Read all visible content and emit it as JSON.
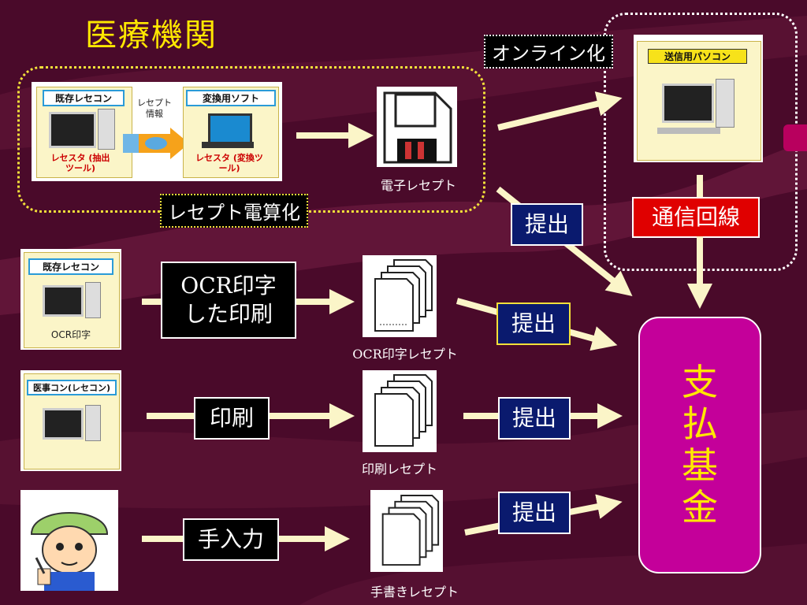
{
  "title": "医療機関",
  "labels": {
    "online": "オンライン化",
    "receipt_calc": "レセプト電算化",
    "comm_line": "通信回線",
    "electronic_receipt": "電子レセプト",
    "ocr_receipt": "OCR印字レセプト",
    "print_receipt": "印刷レセプト",
    "handwritten_receipt": "手書きレセプト",
    "ocr_print_line1": "OCR印字",
    "ocr_print_line2": "した印刷",
    "print": "印刷",
    "manual_input": "手入力",
    "submit": "提出",
    "fund": [
      "支",
      "払",
      "基",
      "金"
    ]
  },
  "images": {
    "existing_rececon": "既存レセコン",
    "receipt_info": "レセプト 情報",
    "conversion_soft": "変換用ソフト",
    "resesta_extract": "レセスタ (抽出ツール)",
    "resesta_convert": "レセスタ (変換ツール)",
    "sending_pc": "送信用パソコン",
    "ocr_caption": "OCR印字",
    "medical_rececon": "医事コン(レセコン)"
  },
  "colors": {
    "title": "#ffe800",
    "fund_bg": "#c4009a",
    "submit_bg": "#0a1a6e",
    "comm_bg": "#e00000",
    "arrow": "#fbf5c8"
  }
}
